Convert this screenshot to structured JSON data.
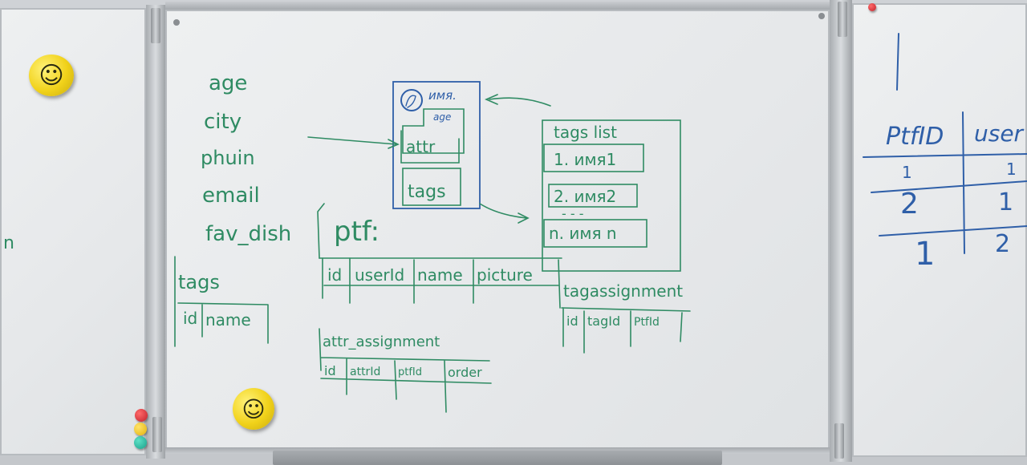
{
  "scene": {
    "left_board_fragment": "n",
    "center_list": [
      "age",
      "city",
      "phuin",
      "email",
      "fav_dish"
    ],
    "card": {
      "name_label": "имя.",
      "age_label": "age",
      "attr_label": "attr",
      "tags_label": "tags"
    },
    "tags_list": {
      "title": "tags list",
      "items": [
        "1. имя1",
        "2. имя2",
        "n. имя n"
      ]
    },
    "ptf": {
      "title": "ptf:",
      "columns": [
        "id",
        "userId",
        "name",
        "picture"
      ]
    },
    "tags_table": {
      "title": "tags",
      "columns": [
        "id",
        "name"
      ]
    },
    "tagassignment_table": {
      "title": "tagassignment",
      "columns": [
        "id",
        "tagId",
        "PtfId"
      ]
    },
    "attr_assignment_table": {
      "title": "attr_assignment",
      "columns": [
        "id",
        "attrId",
        "ptfId",
        "order"
      ]
    },
    "right_board": {
      "headers": [
        "PtfID",
        "user"
      ],
      "rows": [
        [
          "1",
          "1"
        ],
        [
          "2",
          "1"
        ],
        [
          "1",
          "2"
        ]
      ]
    },
    "colors": {
      "green_marker": "#2f8b63",
      "blue_marker": "#2f5fa8",
      "magnet_yellow": "#f1d21a",
      "dot_red": "#c0202a",
      "dot_yellow": "#e2b20a",
      "dot_teal": "#19a08a"
    },
    "icons": [
      "smiley-magnet-icon",
      "smiley-magnet-icon",
      "avatar-circle-icon"
    ]
  }
}
